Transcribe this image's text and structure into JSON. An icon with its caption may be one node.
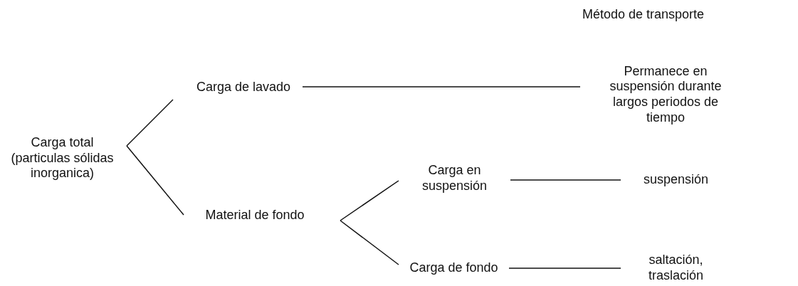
{
  "diagram": {
    "nodes": [
      {
        "text": [
          "Carga total (particulas sólidas inorganica)"
        ]
      },
      {
        "text": [
          "Carga de lavado"
        ]
      },
      {
        "text": [
          "Permanece en suspensión durante largos periodos de tiempo"
        ]
      },
      {
        "text": [
          "Material de fondo"
        ]
      },
      {
        "text": [
          "Carga en suspensión"
        ]
      },
      {
        "text": [
          "suspensión"
        ]
      },
      {
        "text": [
          "Carga de fondo"
        ]
      },
      {
        "text": [
          "saltación, traslación"
        ]
      }
    ],
    "edges": [
      {
        "from": 0,
        "to": 1,
        "arrow": "none"
      },
      {
        "from": 0,
        "to": 3,
        "arrow": "none"
      },
      {
        "from": 1,
        "to": 2,
        "arrow": "none"
      },
      {
        "from": 3,
        "to": 4,
        "arrow": "none"
      },
      {
        "from": 3,
        "to": 6,
        "arrow": "none"
      },
      {
        "from": 4,
        "to": 5,
        "arrow": "none"
      },
      {
        "from": 6,
        "to": 7,
        "arrow": "none"
      }
    ],
    "labels": [
      "Método de transporte"
    ]
  }
}
